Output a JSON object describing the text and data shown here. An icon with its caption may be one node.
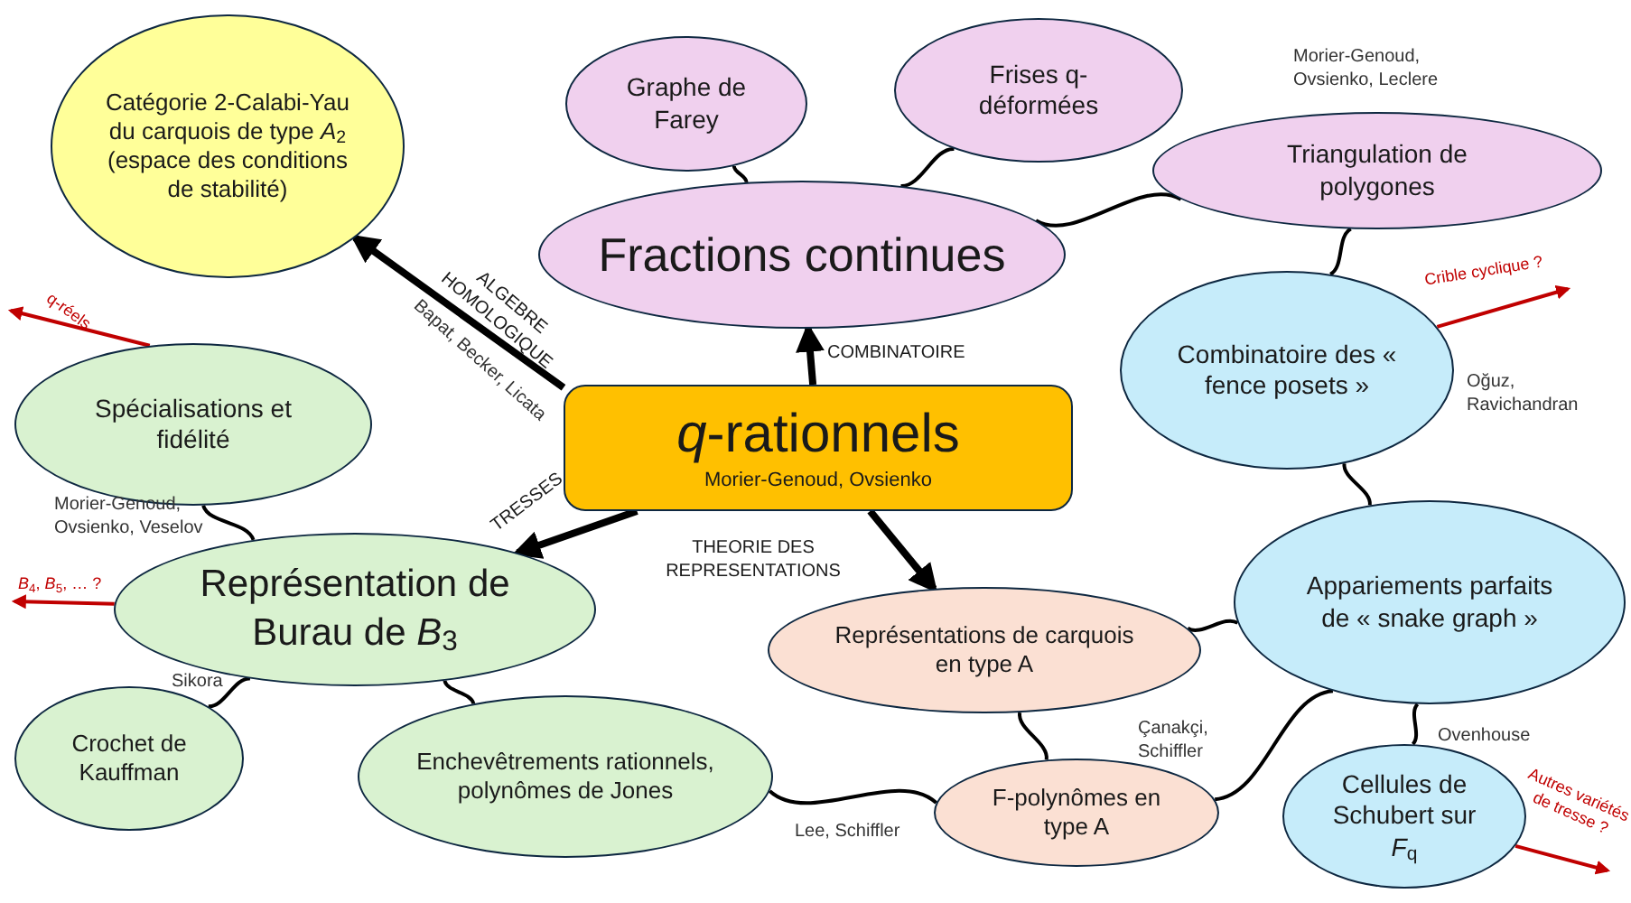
{
  "diagram": {
    "nodes": [
      {
        "text": [
          "*q*-rationnels",
          "Morier-Genoud, Ovsienko"
        ]
      },
      {
        "text": [
          "Catégorie 2-Calabi-Yau du carquois de type *A*$_{2}$ (espace des conditions de stabilité)"
        ]
      },
      {
        "text": [
          "Fractions continues"
        ]
      },
      {
        "text": [
          "Graphe de Farey"
        ]
      },
      {
        "text": [
          "Frises q-déformées"
        ]
      },
      {
        "text": [
          "Triangulation de polygones"
        ]
      },
      {
        "text": [
          "Combinatoire des « fence posets »"
        ]
      },
      {
        "text": [
          "Spécialisations et fidélité"
        ]
      },
      {
        "text": [
          "Représentation de Burau de *B*$_{3}$"
        ]
      },
      {
        "text": [
          "Appariements parfaits de « snake graph »"
        ]
      },
      {
        "text": [
          "Représentations de carquois en type A"
        ]
      },
      {
        "text": [
          "Crochet de Kauffman"
        ]
      },
      {
        "text": [
          "Enchevêtrements rationnels, polynômes de Jones"
        ]
      },
      {
        "text": [
          "F-polynômes en type A"
        ]
      },
      {
        "text": [
          "Cellules de Schubert sur *F*$_{q}$"
        ]
      }
    ],
    "edges": [
      {
        "from": 0,
        "to": 1,
        "arrow": "to",
        "style": "thick",
        "label": "ALGEBRE HOMOLOGIQUE"
      },
      {
        "from": 0,
        "to": 2,
        "arrow": "to",
        "style": "thick",
        "label": "COMBINATOIRE"
      },
      {
        "from": 0,
        "to": 8,
        "arrow": "to",
        "style": "thick",
        "label": "TRESSES"
      },
      {
        "from": 0,
        "to": 10,
        "arrow": "to",
        "style": "thick",
        "label": "THEORIE DES REPRESENTATIONS"
      },
      {
        "from": 2,
        "to": 3,
        "arrow": "none"
      },
      {
        "from": 2,
        "to": 4,
        "arrow": "none"
      },
      {
        "from": 2,
        "to": 5,
        "arrow": "none"
      },
      {
        "from": 5,
        "to": 6,
        "arrow": "none"
      },
      {
        "from": 6,
        "to": 9,
        "arrow": "none"
      },
      {
        "from": 7,
        "to": 8,
        "arrow": "none"
      },
      {
        "from": 8,
        "to": 11,
        "arrow": "none"
      },
      {
        "from": 8,
        "to": 12,
        "arrow": "none"
      },
      {
        "from": 10,
        "to": 9,
        "arrow": "none"
      },
      {
        "from": 10,
        "to": 13,
        "arrow": "none"
      },
      {
        "from": 13,
        "to": 9,
        "arrow": "none"
      },
      {
        "from": 9,
        "to": 14,
        "arrow": "none"
      },
      {
        "from": 12,
        "to": 13,
        "arrow": "none"
      },
      {
        "from": 7,
        "to": null,
        "arrow": "to",
        "color": "#c00000",
        "label": "q-réels"
      },
      {
        "from": 8,
        "to": null,
        "arrow": "to",
        "color": "#c00000",
        "label": "*B*$_{4}$, *B*$_{5}$, … ?"
      },
      {
        "from": 6,
        "to": null,
        "arrow": "to",
        "color": "#c00000",
        "label": "Crible cyclique ?"
      },
      {
        "from": 14,
        "to": null,
        "arrow": "to",
        "color": "#c00000",
        "label": "Autres variétés de tresse ?"
      }
    ],
    "labels": [
      "Bapat, Becker, Licata",
      "Morier-Genoud, Ovsienko, Leclere",
      "Oğuz, Ravichandran",
      "Morier-Genoud, Ovsienko, Veselov",
      "Sikora",
      "Çanakçi, Schiffler",
      "Ovenhouse",
      "Lee, Schiffler"
    ]
  }
}
